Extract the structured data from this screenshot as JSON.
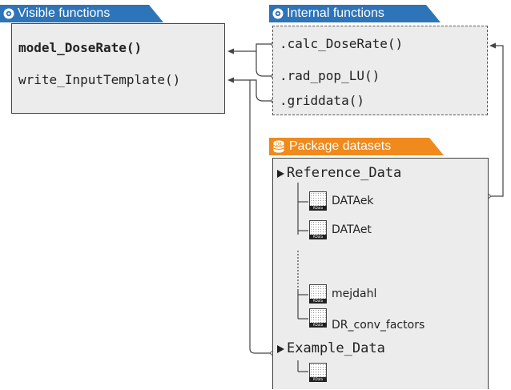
{
  "tabs": {
    "visible": "Visible functions",
    "internal": "Internal functions",
    "datasets": "Package datasets"
  },
  "visible_functions": [
    "model_DoseRate()",
    "write_InputTemplate()"
  ],
  "internal_functions": [
    ".calc_DoseRate()",
    ".rad_pop_LU()",
    ".griddata()"
  ],
  "datasets": {
    "reference": "Reference_Data",
    "reference_items": [
      "DATAek",
      "DATAet",
      "mejdahl",
      "DR_conv_factors"
    ],
    "example": "Example_Data"
  },
  "icon_text": "RData",
  "db_icon_text": "DB",
  "colors": {
    "visible_tab": "#2e74b8",
    "internal_tab": "#2e74b8",
    "datasets_tab": "#f08a1c",
    "box_fill": "#ececec",
    "line": "#444444"
  },
  "icons": {
    "tab_gear": "gear-icon",
    "tab_db": "database-icon",
    "file": "rdata-file-icon",
    "expand": "triangle-right-icon"
  }
}
